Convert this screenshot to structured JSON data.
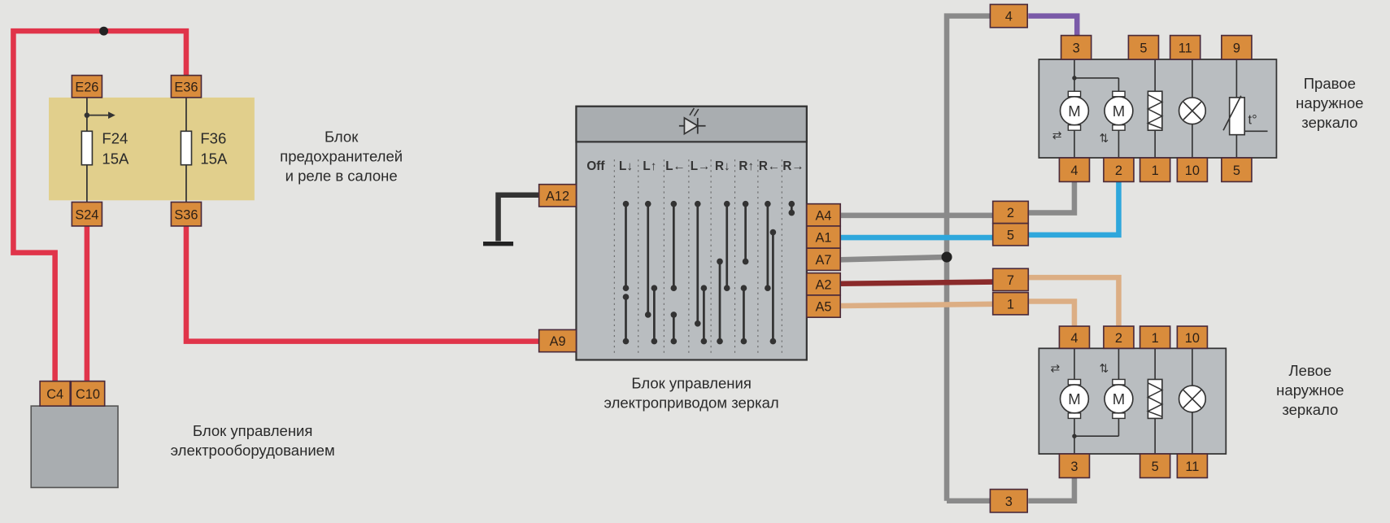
{
  "fuse_block": {
    "title_lines": [
      "Блок",
      "предохранителей",
      "и реле в салоне"
    ],
    "fuses": [
      {
        "id": "F24",
        "rating": "15A",
        "in_pin": "E26",
        "out_pin": "S24"
      },
      {
        "id": "F36",
        "rating": "15A",
        "in_pin": "E36",
        "out_pin": "S36"
      }
    ]
  },
  "body_control": {
    "title_lines": [
      "Блок управления",
      "электрооборудованием"
    ],
    "pins": [
      "C4",
      "C10"
    ]
  },
  "mirror_switch": {
    "title_lines": [
      "Блок управления",
      "электроприводом зеркал"
    ],
    "left_pins": [
      "A12",
      "A9"
    ],
    "right_pins": [
      "A4",
      "A1",
      "A7",
      "A2",
      "A5"
    ],
    "positions": [
      "Off",
      "L↓",
      "L↑",
      "L←",
      "L→",
      "R↓",
      "R↑",
      "R←",
      "R→"
    ]
  },
  "connectors": {
    "top": "4",
    "middle": [
      "2",
      "5",
      "7",
      "1"
    ],
    "bottom": "3"
  },
  "right_mirror": {
    "title_lines": [
      "Правое",
      "наружное",
      "зеркало"
    ],
    "top_pins": [
      "3",
      "5",
      "11",
      "9"
    ],
    "bottom_pins": [
      "4",
      "2",
      "1",
      "10",
      "5"
    ]
  },
  "left_mirror": {
    "title_lines": [
      "Левое",
      "наружное",
      "зеркало"
    ],
    "top_pins": [
      "4",
      "2",
      "1",
      "10"
    ],
    "bottom_pins": [
      "3",
      "5",
      "11"
    ]
  },
  "symbols": {
    "motor": "M",
    "thermistor": "t°"
  },
  "colors": {
    "red": "#e0344a",
    "gray": "#8a8a8a",
    "blue": "#2ea7dc",
    "brown": "#8a2a2a",
    "tan": "#dcae84",
    "purple": "#7a5aa8",
    "pin": "#d98c3c",
    "fuse_block": "#e1cf8c",
    "unit": "#b9bdc0"
  }
}
